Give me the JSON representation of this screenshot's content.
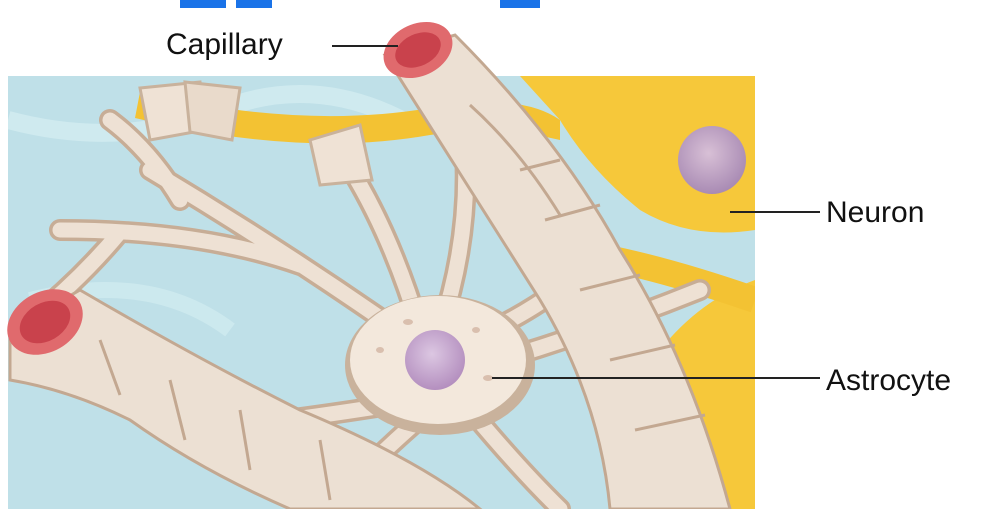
{
  "diagram": {
    "subject": "Astrocyte with capillaries and neuron",
    "labels": {
      "capillary": "Capillary",
      "neuron": "Neuron",
      "astrocyte": "Astrocyte"
    },
    "colors": {
      "background_fluid": "#bcdfe6",
      "neuron_yellow": "#f6c83a",
      "astrocyte_body": "#f2e6da",
      "astrocyte_shadow": "#c9b29c",
      "capillary_lumen": "#c9424c",
      "capillary_wall": "#e06a6d",
      "nucleus": "#c7a6cf",
      "heading_blue": "#1a73e8"
    }
  }
}
